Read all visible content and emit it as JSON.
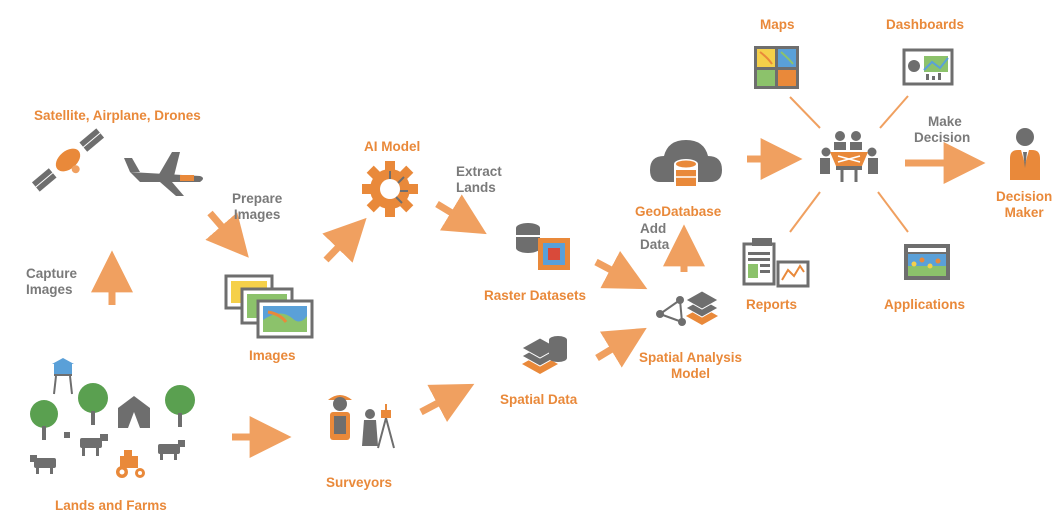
{
  "colors": {
    "accent": "#f0a060",
    "label_orange": "#e9893a",
    "label_gray": "#7a7a7a",
    "icon_gray": "#6e6e6e"
  },
  "nodes": {
    "satellite": {
      "label": "Satellite, Airplane, Drones",
      "icon": "satellite-airplane-icon"
    },
    "capture": {
      "line1": "Capture",
      "line2": "Images"
    },
    "lands": {
      "label": "Lands and Farms",
      "icon": "farm-icon"
    },
    "prepare": {
      "line1": "Prepare",
      "line2": "Images"
    },
    "images": {
      "label": "Images",
      "icon": "image-stack-icon"
    },
    "ai_model": {
      "label": "AI Model",
      "icon": "ai-gear-icon"
    },
    "extract": {
      "line1": "Extract",
      "line2": "Lands"
    },
    "raster": {
      "label": "Raster Datasets",
      "icon": "raster-dataset-icon"
    },
    "spatial_data": {
      "label": "Spatial Data",
      "icon": "spatial-data-icon"
    },
    "surveyors": {
      "label": "Surveyors",
      "icon": "surveyor-icon"
    },
    "spatial_analysis": {
      "line1": "Spatial Analysis",
      "line2": "Model",
      "icon": "spatial-analysis-icon"
    },
    "add_data": {
      "line1": "Add",
      "line2": "Data"
    },
    "geodatabase": {
      "label": "GeoDatabase",
      "icon": "cloud-database-icon"
    },
    "maps": {
      "label": "Maps",
      "icon": "map-icon"
    },
    "dashboards": {
      "label": "Dashboards",
      "icon": "dashboard-icon"
    },
    "reports": {
      "label": "Reports",
      "icon": "report-icon"
    },
    "applications": {
      "label": "Applications",
      "icon": "application-icon"
    },
    "meeting": {
      "icon": "meeting-table-icon"
    },
    "make_decision": {
      "line1": "Make",
      "line2": "Decision"
    },
    "decision_maker": {
      "line1": "Decision",
      "line2": "Maker",
      "icon": "decision-maker-icon"
    }
  }
}
